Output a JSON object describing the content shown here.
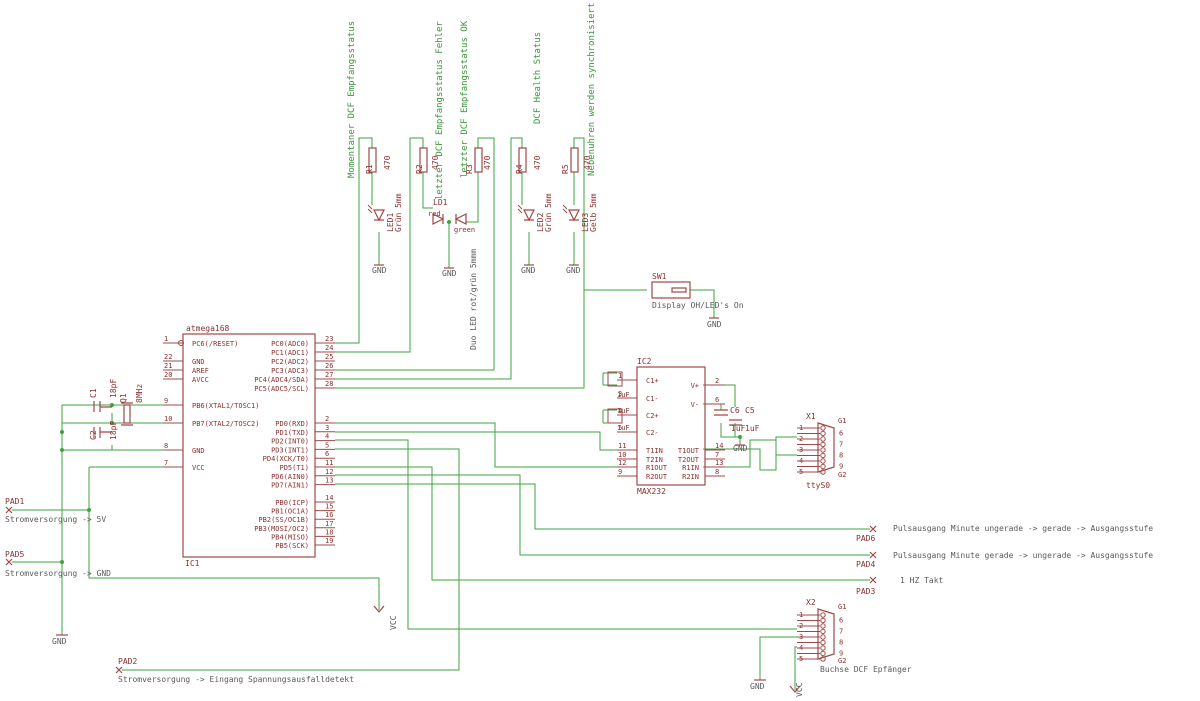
{
  "labels": {
    "led_top_1": "Momentaner DCF Empfangsstatus",
    "led_top_2": "letzter DCF Empfangsstatus Fehler",
    "led_top_3": "letzter DCF Empfangsstatus OK",
    "led_top_4": "DCF Health Status",
    "led_top_5": "Nebenuhren werden synchronisiert",
    "ld1_type": "Duo LED rot/grün 5mmm",
    "sw1_desc": "Display OH/LED's On",
    "pad1_desc": "Stromversorgung -> 5V",
    "pad5_desc": "Stromversorgung -> GND",
    "pad2_desc": "Stromversorgung -> Eingang Spannungsausfalldetekt",
    "pad6_desc": "Pulsausgang Minute ungerade ->  gerade -> Ausgangsstufe",
    "pad4_desc": "Pulsausgang Minute gerade -> ungerade -> Ausgangsstufe",
    "pad3_desc": "1 HZ Takt",
    "x2_desc": "Buchse DCF Epfänger",
    "gnd": "GND",
    "vcc": "VCC"
  },
  "parts": {
    "ic1": "IC1",
    "ic1_val": "atmega168",
    "ic2": "IC2",
    "ic2_val": "MAX232",
    "q1": "Q1",
    "q1_val": "8MHz",
    "c1": "C1",
    "c1_val": "18pF",
    "c2": "C2",
    "c2_val": "18pF",
    "c6": "C6",
    "c5": "C5",
    "cap_val": "1uF",
    "cap_val2": "1uF",
    "r1": "R1",
    "r2": "R2",
    "r3": "R3",
    "r4": "R4",
    "r5": "R5",
    "r_val": "470",
    "led1": "LED1",
    "led1_val": "Grün 5mm",
    "led2": "LED2",
    "led2_val": "Grün 5mm",
    "led3": "LED3",
    "led3_val": "Gelb 5mm",
    "ld1": "LD1",
    "ld1_red": "red",
    "ld1_green": "green",
    "sw1": "SW1",
    "x1": "X1",
    "x1_val": "ttyS0",
    "x2": "X2",
    "pad1": "PAD1",
    "pad2": "PAD2",
    "pad3": "PAD3",
    "pad4": "PAD4",
    "pad5": "PAD5",
    "pad6": "PAD6"
  },
  "ic1_pins_left": [
    {
      "num": "1",
      "name": "PC6(/RESET)"
    },
    {
      "num": "22",
      "name": "GND"
    },
    {
      "num": "21",
      "name": "AREF"
    },
    {
      "num": "20",
      "name": "AVCC"
    },
    {
      "num": "9",
      "name": "PB6(XTAL1/TOSC1)"
    },
    {
      "num": "10",
      "name": "PB7(XTAL2/TOSC2)"
    },
    {
      "num": "8",
      "name": "GND"
    },
    {
      "num": "7",
      "name": "VCC"
    }
  ],
  "ic1_pins_right_c": [
    {
      "num": "23",
      "name": "PC0(ADC0)"
    },
    {
      "num": "24",
      "name": "PC1(ADC1)"
    },
    {
      "num": "25",
      "name": "PC2(ADC2)"
    },
    {
      "num": "26",
      "name": "PC3(ADC3)"
    },
    {
      "num": "27",
      "name": "PC4(ADC4/SDA)"
    },
    {
      "num": "28",
      "name": "PC5(ADC5/SCL)"
    }
  ],
  "ic1_pins_right_d": [
    {
      "num": "2",
      "name": "PD0(RXD)"
    },
    {
      "num": "3",
      "name": "PD1(TXD)"
    },
    {
      "num": "4",
      "name": "PD2(INT0)"
    },
    {
      "num": "5",
      "name": "PD3(INT1)"
    },
    {
      "num": "6",
      "name": "PD4(XCK/T0)"
    },
    {
      "num": "11",
      "name": "PD5(T1)"
    },
    {
      "num": "12",
      "name": "PD6(AIN0)"
    },
    {
      "num": "13",
      "name": "PD7(AIN1)"
    }
  ],
  "ic1_pins_right_b": [
    {
      "num": "14",
      "name": "PB0(ICP)"
    },
    {
      "num": "15",
      "name": "PB1(OC1A)"
    },
    {
      "num": "16",
      "name": "PB2(SS/OC1B)"
    },
    {
      "num": "17",
      "name": "PB3(MOSI/OC2)"
    },
    {
      "num": "18",
      "name": "PB4(MISO)"
    },
    {
      "num": "19",
      "name": "PB5(SCK)"
    }
  ],
  "ic2_pins_left": [
    {
      "num": "1",
      "name": "C1+"
    },
    {
      "num": "3",
      "name": "C1-"
    },
    {
      "num": "4",
      "name": "C2+"
    },
    {
      "num": "5",
      "name": "C2-"
    },
    {
      "num": "11",
      "name": "T1IN"
    },
    {
      "num": "10",
      "name": "T2IN"
    },
    {
      "num": "12",
      "name": "R1OUT"
    },
    {
      "num": "9",
      "name": "R2OUT"
    }
  ],
  "ic2_pins_right": [
    {
      "num": "2",
      "name": "V+"
    },
    {
      "num": "6",
      "name": "V-"
    },
    {
      "num": "14",
      "name": "T1OUT"
    },
    {
      "num": "7",
      "name": "T2OUT"
    },
    {
      "num": "13",
      "name": "R1IN"
    },
    {
      "num": "8",
      "name": "R2IN"
    }
  ],
  "connector_pins": [
    "1",
    "6",
    "2",
    "7",
    "3",
    "8",
    "4",
    "9",
    "5"
  ],
  "connector_pins_extra": [
    "G1",
    "G2"
  ],
  "ic2_caps": [
    "1uF",
    "1uF",
    "1uF"
  ],
  "colors": {
    "wire": "#3fa33f",
    "part": "#a04848",
    "text_green": "#3c963c",
    "text_red": "#8a3030"
  }
}
